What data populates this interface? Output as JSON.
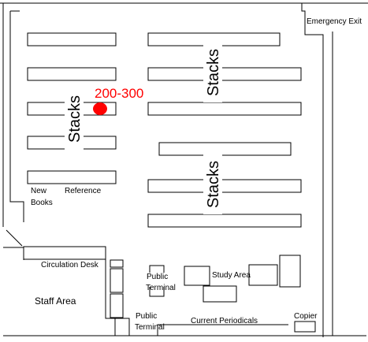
{
  "map": {
    "labels": {
      "emergency_exit": "Emergency Exit",
      "stacks": "Stacks",
      "new": "New",
      "books": "Books",
      "reference": "Reference",
      "circulation_desk": "Circulation Desk",
      "public": "Public",
      "terminal": "Terminal",
      "study_area": "Study Area",
      "staff_area": "Staff Area",
      "current_periodicals": "Current Periodicals",
      "copier": "Copier"
    },
    "marker": {
      "label": "200-300",
      "color": "#ff0000"
    }
  }
}
